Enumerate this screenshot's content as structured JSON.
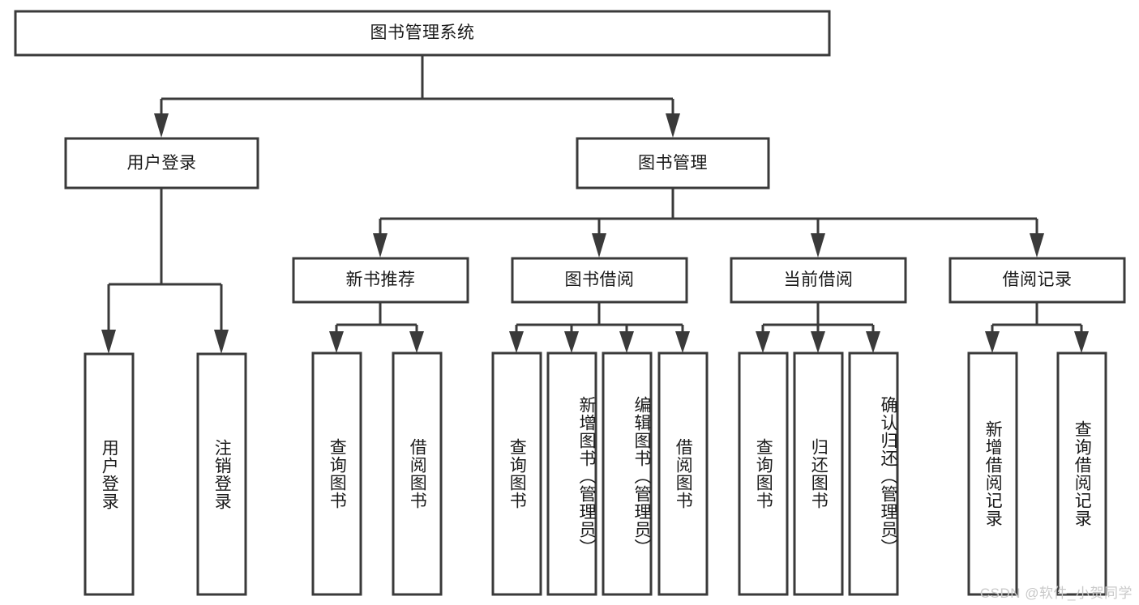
{
  "diagram": {
    "type": "tree-hierarchy-chart",
    "title": "图书管理系统",
    "background_color": "#ffffff",
    "box_border_color": "#3a3a3a",
    "text_color": "#1a1a1a",
    "root": {
      "label": "图书管理系统"
    },
    "level1": [
      {
        "label": "用户登录"
      },
      {
        "label": "图书管理"
      }
    ],
    "level2": [
      {
        "label": "新书推荐"
      },
      {
        "label": "图书借阅"
      },
      {
        "label": "当前借阅"
      },
      {
        "label": "借阅记录"
      }
    ],
    "leaves_user_login": [
      {
        "label": "用户登录"
      },
      {
        "label": "注销登录"
      }
    ],
    "leaves_new_book": [
      {
        "label": "查询图书"
      },
      {
        "label": "借阅图书"
      }
    ],
    "leaves_borrow": [
      {
        "label": "查询图书"
      },
      {
        "label": "新增图书（管理员）"
      },
      {
        "label": "编辑图书（管理员）"
      },
      {
        "label": "借阅图书"
      }
    ],
    "leaves_current": [
      {
        "label": "查询图书"
      },
      {
        "label": "归还图书"
      },
      {
        "label": "确认归还（管理员）"
      }
    ],
    "leaves_records": [
      {
        "label": "新增借阅记录"
      },
      {
        "label": "查询借阅记录"
      }
    ]
  },
  "watermark": {
    "text": "CSDN @软件_小贺同学"
  }
}
